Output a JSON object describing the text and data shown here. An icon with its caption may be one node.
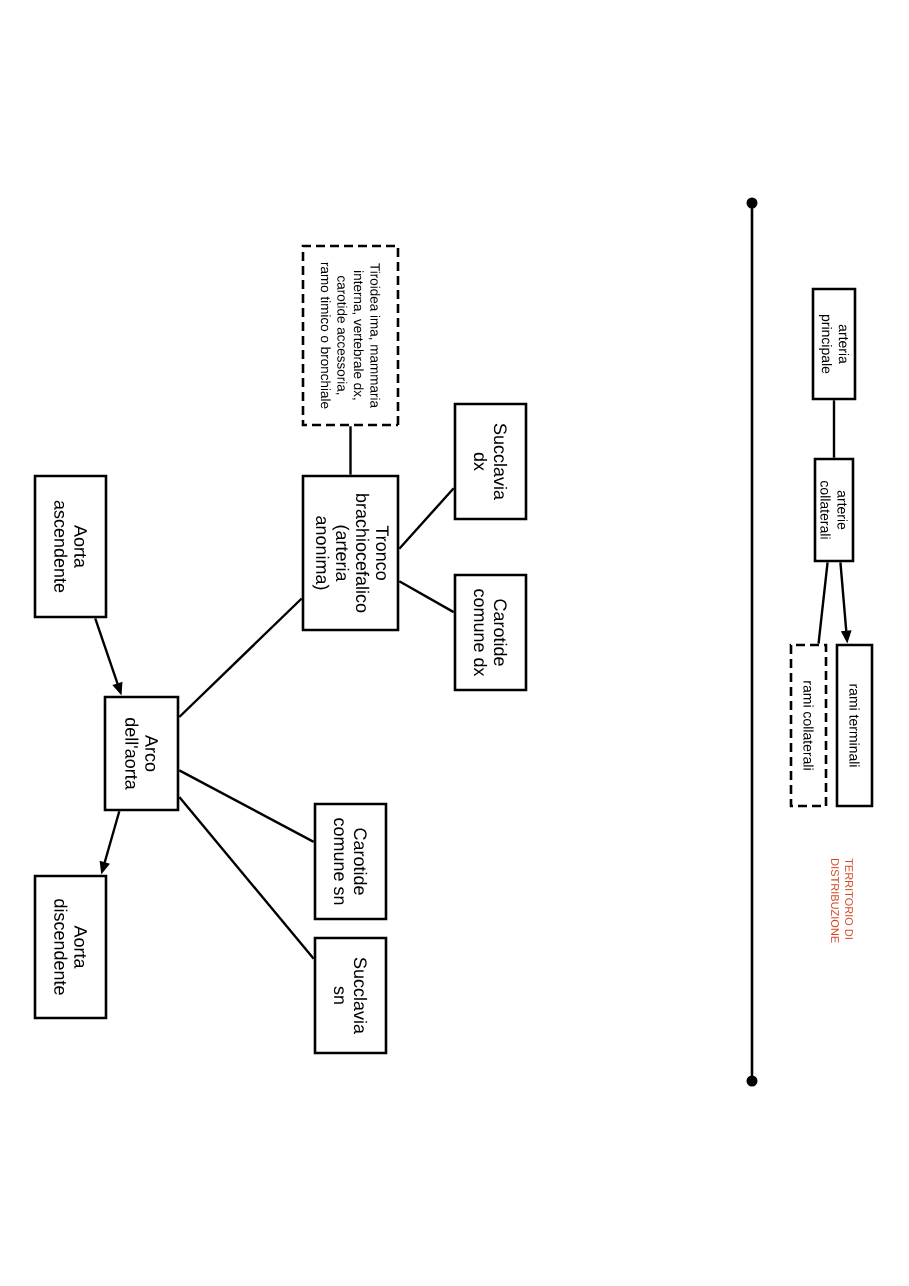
{
  "diagram": {
    "nodes": [
      {
        "text": [
          "Aorta ascendente"
        ]
      },
      {
        "text": [
          "Arco dell'aorta"
        ]
      },
      {
        "text": [
          "Aorta discendente"
        ]
      },
      {
        "text": [
          "Tronco brachiocefalico (arteria anonima)"
        ]
      },
      {
        "text": [
          "Tiroidea ima, mammaria interna, vertebrale dx, carotide accessoria, ramo timico o bronchiale"
        ]
      },
      {
        "text": [
          "Succlavia dx"
        ]
      },
      {
        "text": [
          "Carotide comune dx"
        ]
      },
      {
        "text": [
          "Carotide comune sn"
        ]
      },
      {
        "text": [
          "Succlavia sn"
        ]
      },
      {
        "text": [
          "arteria principale"
        ]
      },
      {
        "text": [
          "arterie collaterali"
        ]
      },
      {
        "text": [
          "rami collaterali"
        ]
      },
      {
        "text": [
          "rami terminali"
        ]
      }
    ],
    "edges": [
      {
        "from": 0,
        "to": 1,
        "arrow": "to"
      },
      {
        "from": 1,
        "to": 2,
        "arrow": "to"
      },
      {
        "from": 1,
        "to": 3,
        "arrow": "none"
      },
      {
        "from": 1,
        "to": 7,
        "arrow": "none"
      },
      {
        "from": 1,
        "to": 8,
        "arrow": "none"
      },
      {
        "from": 3,
        "to": 4,
        "arrow": "none"
      },
      {
        "from": 3,
        "to": 5,
        "arrow": "none"
      },
      {
        "from": 3,
        "to": 6,
        "arrow": "none"
      },
      {
        "from": 9,
        "to": 10,
        "arrow": "none"
      },
      {
        "from": 10,
        "to": 11,
        "arrow": "none"
      },
      {
        "from": 10,
        "to": 12,
        "arrow": "to"
      }
    ],
    "labels": [
      "TERRITORIO DI DISTRIBUZIONE"
    ]
  }
}
